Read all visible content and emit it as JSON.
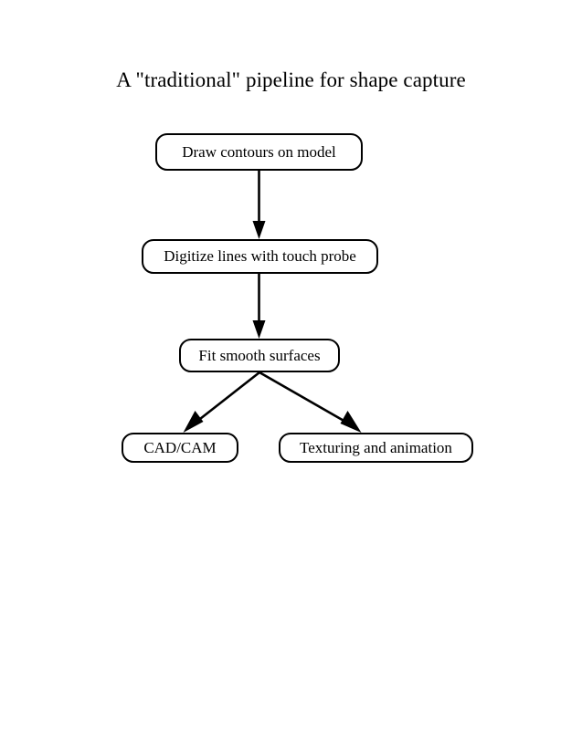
{
  "page": {
    "background_color": "#ffffff",
    "ink_color": "#000000"
  },
  "title": "A \"traditional\" pipeline for shape capture",
  "diagram": {
    "type": "flowchart",
    "orientation": "top-to-bottom",
    "nodes": [
      {
        "id": "draw-contours",
        "label": "Draw contours on model",
        "shape": "rounded-rectangle"
      },
      {
        "id": "digitize-lines",
        "label": "Digitize lines with touch probe",
        "shape": "rounded-rectangle"
      },
      {
        "id": "fit-surfaces",
        "label": "Fit smooth surfaces",
        "shape": "rounded-rectangle"
      },
      {
        "id": "cad-cam",
        "label": "CAD/CAM",
        "shape": "rounded-rectangle"
      },
      {
        "id": "texturing",
        "label": "Texturing and animation",
        "shape": "rounded-rectangle"
      }
    ],
    "edges": [
      {
        "id": "edge-contours-to-digitize",
        "from": "draw-contours",
        "to": "digitize-lines",
        "style": "solid-arrow"
      },
      {
        "id": "edge-digitize-to-fit",
        "from": "digitize-lines",
        "to": "fit-surfaces",
        "style": "solid-arrow"
      },
      {
        "id": "edge-fit-to-cadcam",
        "from": "fit-surfaces",
        "to": "cad-cam",
        "style": "solid-arrow"
      },
      {
        "id": "edge-fit-to-texturing",
        "from": "fit-surfaces",
        "to": "texturing",
        "style": "solid-arrow"
      }
    ]
  }
}
